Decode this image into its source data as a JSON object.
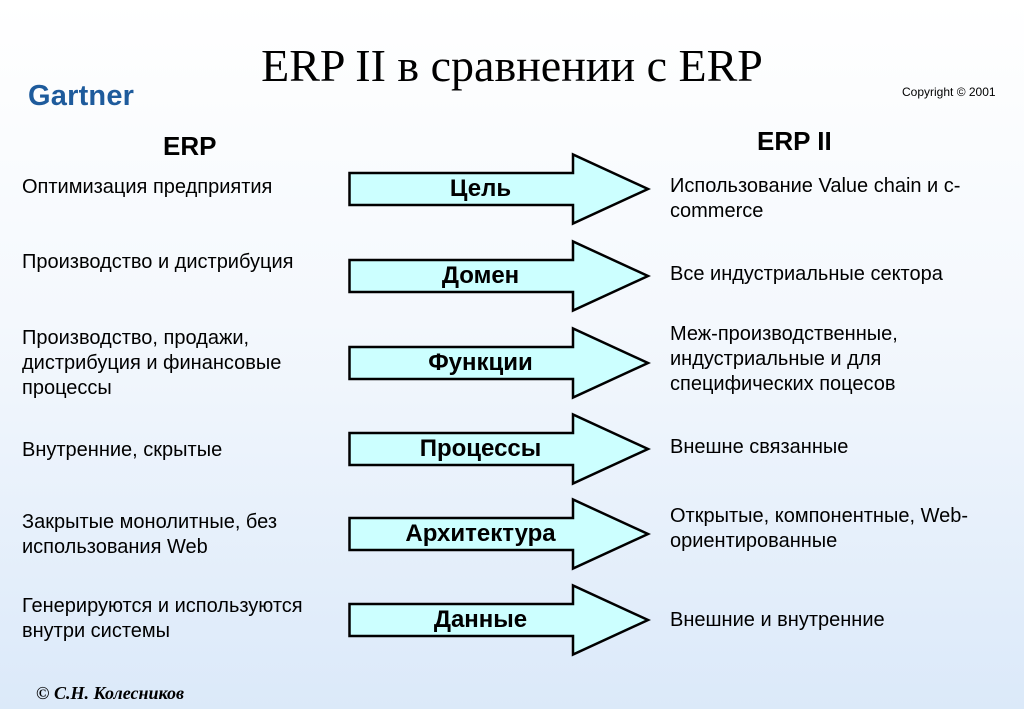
{
  "title": "ERP II в сравнении с ERP",
  "logo": "Gartner",
  "copyright": "Copyright © 2001",
  "left_header": "ERP",
  "right_header": "ERP II",
  "rows": [
    {
      "left": "Оптимизация предприятия",
      "label": "Цель",
      "right": "Использование Value chain и c-commerce"
    },
    {
      "left": "Производство и дистрибуция",
      "label": "Домен",
      "right": "Все индустриальные сектора"
    },
    {
      "left": "Производство, продажи, дистрибуция и финансовые процессы",
      "label": "Функции",
      "right": "Меж-производственные, индустриальные и для специфических поцесов"
    },
    {
      "left": "Внутренние, скрытые",
      "label": "Процессы",
      "right": "Внешне связанные"
    },
    {
      "left": "Закрытые монолитные, без использования Web",
      "label": "Архитектура",
      "right": "Открытые, компонентные, Web-ориентированные"
    },
    {
      "left": "Генерируются и используются внутри системы",
      "label": "Данные",
      "right": "Внешние и внутренние"
    }
  ],
  "arrow_fill": "#ccffff",
  "arrow_stroke": "#000000",
  "footer": "© С.Н. Колесников"
}
